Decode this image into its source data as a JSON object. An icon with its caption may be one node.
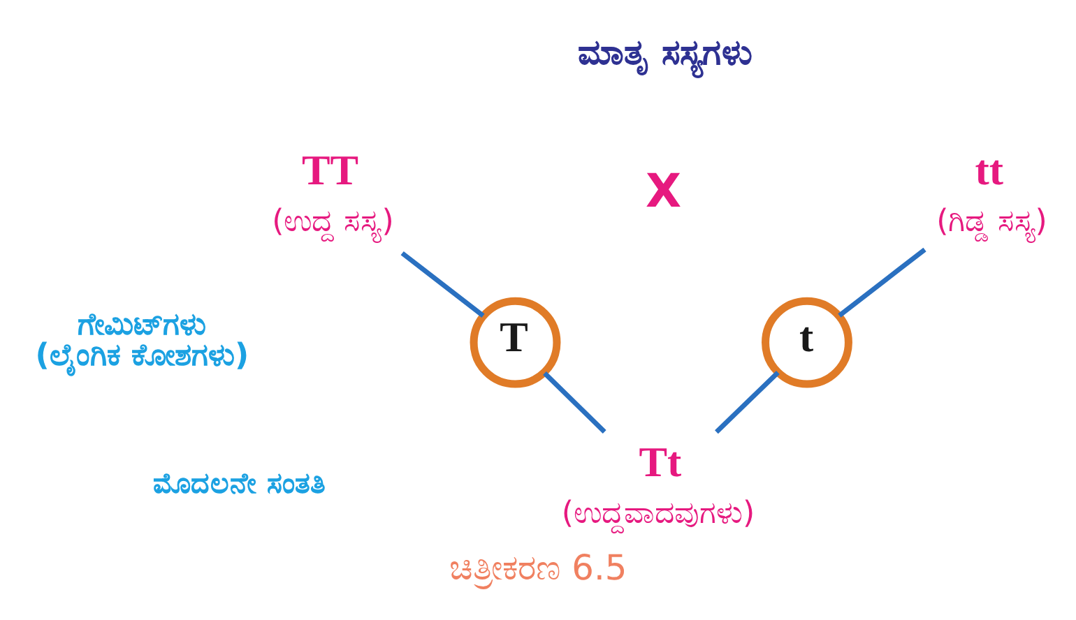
{
  "diagram": {
    "title": "ಮಾತೃ ಸಸ್ಯಗಳು",
    "caption": "ಚಿತ್ರೀಕರಣ 6.5",
    "nodes": [
      {
        "text": [
          "TT",
          "(ಉದ್ದ ಸಸ್ಯ)"
        ]
      },
      {
        "text": [
          "tt",
          "(ಗಿಡ್ಡ ಸಸ್ಯ)"
        ]
      },
      {
        "text": [
          "T"
        ]
      },
      {
        "text": [
          "t"
        ]
      },
      {
        "text": [
          "Tt",
          "(ಉದ್ದವಾದವುಗಳು)"
        ]
      }
    ],
    "edges": [
      {
        "from": 0,
        "to": 2,
        "arrow": "none"
      },
      {
        "from": 1,
        "to": 3,
        "arrow": "none"
      },
      {
        "from": 2,
        "to": 4,
        "arrow": "none"
      },
      {
        "from": 3,
        "to": 4,
        "arrow": "none"
      }
    ],
    "labels": [
      "X",
      "ಗೇಮಿಟ್‌ಗಳು (ಲೈಂಗಿಕ ಕೋಶಗಳು)",
      "ಮೊದಲನೇ ಸಂತತಿ"
    ]
  }
}
